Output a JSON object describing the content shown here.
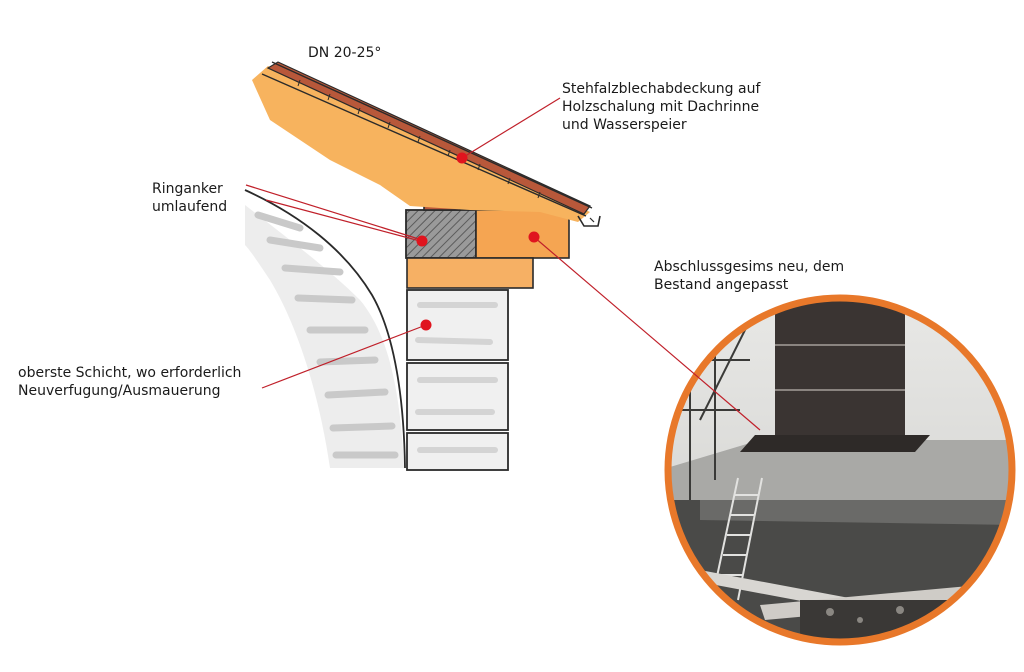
{
  "roof_pitch": {
    "label": "DN 20-25°"
  },
  "annotations": {
    "roof_cover": {
      "lines": [
        "Stehfalzblechabdeckung auf",
        "Holzschalung mit Dachrinne",
        "und Wasserspeier"
      ]
    },
    "ring_anchor": {
      "lines": [
        "Ringanker",
        "umlaufend"
      ]
    },
    "top_layer": {
      "lines": [
        "oberste Schicht, wo erforderlich",
        "Neuverfugung/Ausmauerung"
      ]
    },
    "cornice": {
      "lines": [
        "Abschlussgesims neu, dem",
        "Bestand angepasst"
      ]
    }
  },
  "colors": {
    "leader_line": "#c0202a",
    "marker": "#e0141e",
    "timber": "#f5a552",
    "sheet_metal": "#b8583a",
    "photo_frame": "#e8782a",
    "masonry_outline": "#2a2a2a"
  }
}
